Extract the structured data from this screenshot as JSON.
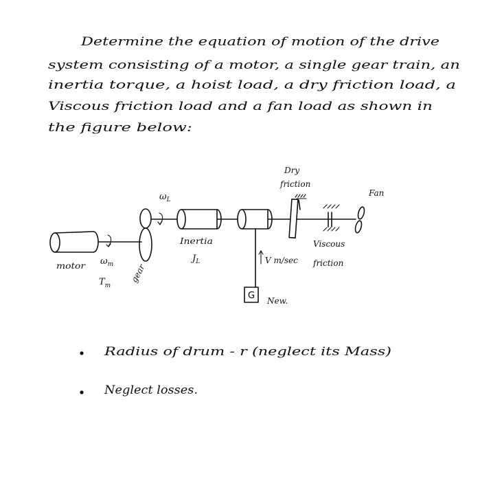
{
  "problem": {
    "lines": [
      "Determine the equation of motion of the drive",
      "system consisting of a motor, a single gear train, an",
      "inertia torque, a hoist load, a dry friction load, a",
      "Viscous friction load and a fan load as shown in",
      "the figure below:"
    ]
  },
  "diagram": {
    "motor": "motor",
    "omega_m": "ω",
    "omega_m_sub": "m",
    "torque_m": "T",
    "torque_m_sub": "m",
    "gear": "gear",
    "omega_L": "ω",
    "omega_L_sub": "L",
    "inertia": "Inertia",
    "inertia_symbol": "J",
    "inertia_symbol_sub": "L",
    "velocity": "V m/sec",
    "weight_box": "G",
    "weight_units": "New.",
    "dry_friction_1": "Dry",
    "dry_friction_2": "friction",
    "viscous_1": "Viscous",
    "viscous_2": "friction",
    "fan": "Fan"
  },
  "notes": [
    "Radius of drum - r   (neglect its Mass)",
    "Neglect losses."
  ]
}
